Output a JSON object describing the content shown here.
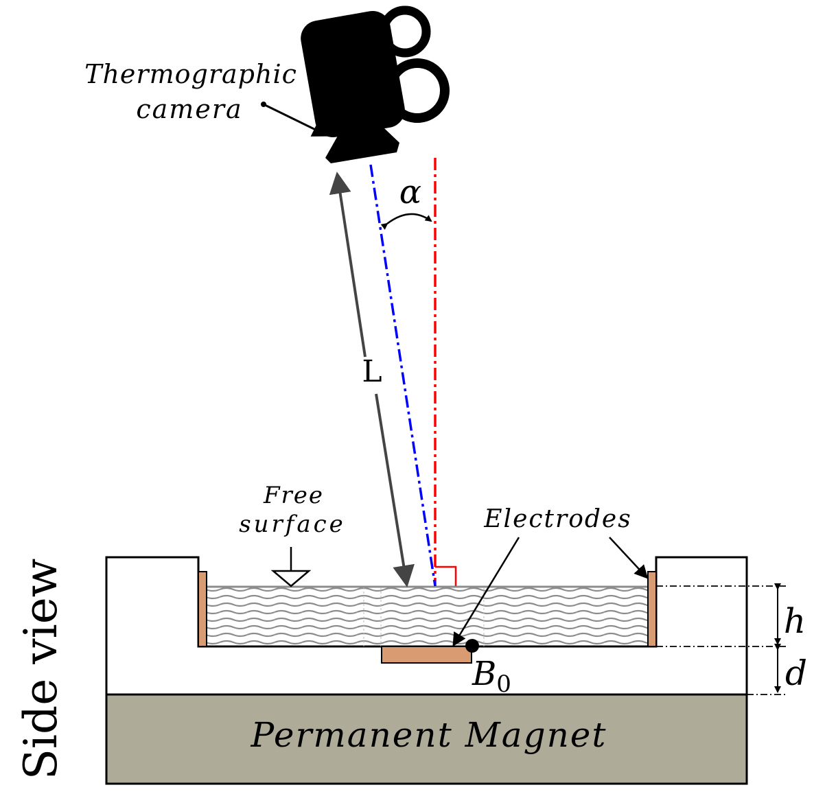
{
  "labels": {
    "camera_line1": "Thermographic",
    "camera_line2": "camera",
    "alpha": "α",
    "length": "L",
    "free_surface_line1": "Free",
    "free_surface_line2": "surface",
    "electrodes": "Electrodes",
    "h": "h",
    "d": "d",
    "b0_base": "B",
    "b0_sub": "0",
    "magnet": "Permanent Magnet",
    "side_view": "Side view"
  },
  "colors": {
    "camera": "#000000",
    "normal_line": "#ff0000",
    "view_line": "#0000ff",
    "distance_arrow": "#444444",
    "electrode": "#d99b72",
    "fluid_waves": "#8c8c8c",
    "magnet": "#aeab98",
    "container": "#ffffff"
  }
}
